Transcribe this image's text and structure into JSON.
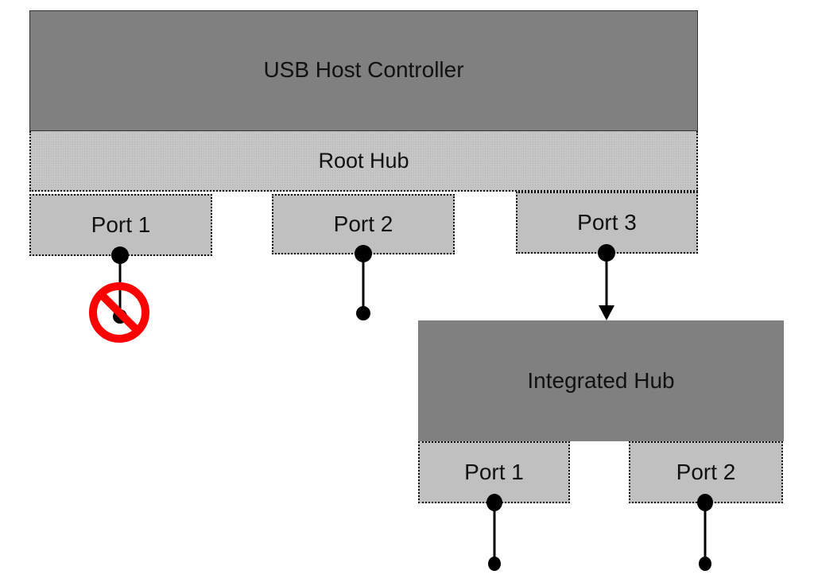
{
  "host_controller": {
    "label": "USB Host Controller"
  },
  "root_hub": {
    "label": "Root Hub",
    "ports": [
      {
        "label": "Port 1",
        "status": "blocked",
        "icon": "prohibited-icon"
      },
      {
        "label": "Port 2",
        "status": "open"
      },
      {
        "label": "Port 3",
        "status": "connected-to-integrated-hub"
      }
    ]
  },
  "integrated_hub": {
    "label": "Integrated Hub",
    "ports": [
      {
        "label": "Port 1",
        "status": "open"
      },
      {
        "label": "Port 2",
        "status": "open"
      }
    ]
  },
  "colors": {
    "controller_fill": "#808080",
    "hub_fill": "#c6c6c6",
    "port_fill": "#c0c0c0",
    "prohibited": "#ff0000"
  }
}
